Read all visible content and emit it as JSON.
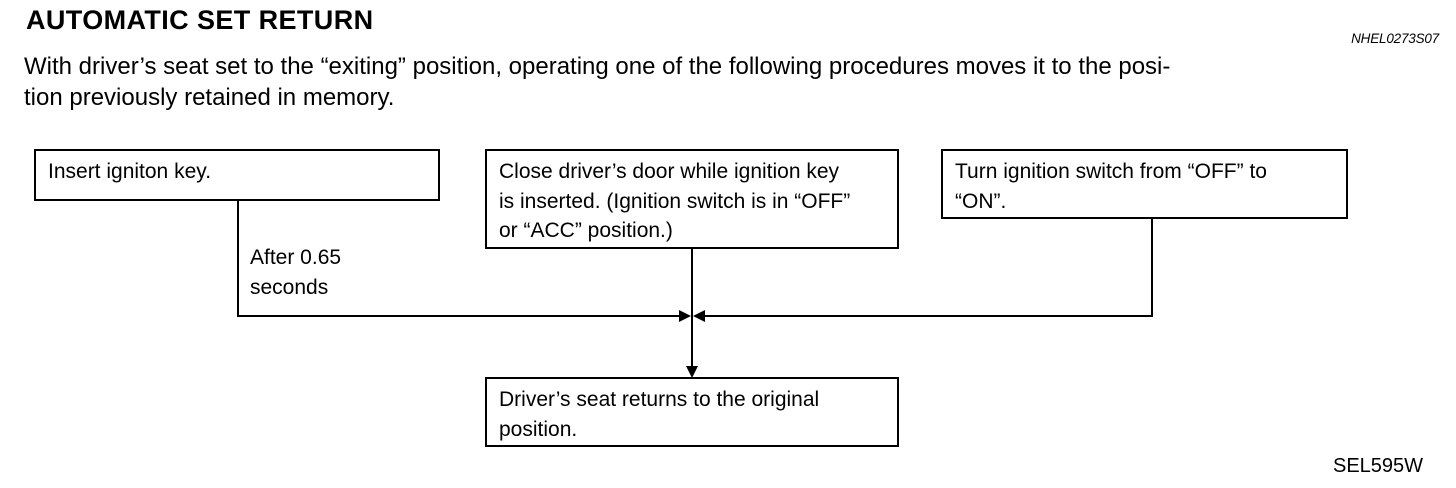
{
  "page": {
    "title": "AUTOMATIC SET RETURN",
    "ref_code": "NHEL0273S07",
    "intro": "With driver’s seat set to the “exiting” position, operating one of the following procedures moves it to the posi-\ntion previously retained in memory.",
    "figure_code": "SEL595W"
  },
  "flowchart": {
    "boxes": [
      {
        "id": "insert-key",
        "text": "Insert igniton key."
      },
      {
        "id": "close-door",
        "text": "Close driver’s door while ignition key\nis inserted. (Ignition switch is in “OFF”\nor “ACC” position.)"
      },
      {
        "id": "turn-ignition",
        "text": "Turn ignition switch from “OFF” to\n“ON”."
      },
      {
        "id": "result",
        "text": "Driver’s seat returns to the original\nposition."
      }
    ],
    "edge_label": "After 0.65\nseconds",
    "line_color": "#000000"
  }
}
